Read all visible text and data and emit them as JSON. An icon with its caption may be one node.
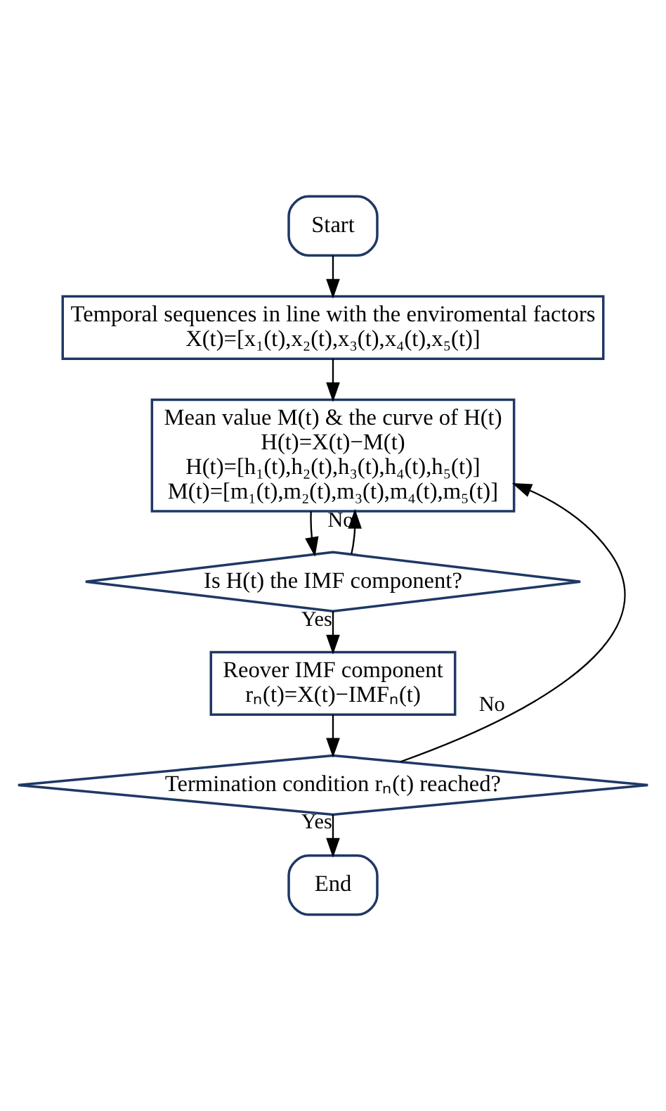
{
  "diagram": {
    "nodes": [
      {
        "text": [
          "Start"
        ]
      },
      {
        "text": [
          "Temporal sequences in line with the enviromental factors",
          "X(t)=[x₁(t),x₂(t),x₃(t),x₄(t),x₅(t)]"
        ]
      },
      {
        "text": [
          "Mean value M(t) & the curve of H(t)",
          "H(t)=X(t)−M(t)",
          "H(t)=[h₁(t),h₂(t),h₃(t),h₄(t),h₅(t)]",
          "M(t)=[m₁(t),m₂(t),m₃(t),m₄(t),m₅(t)]"
        ]
      },
      {
        "text": [
          "Is H(t) the IMF component?"
        ]
      },
      {
        "text": [
          "Reover IMF component",
          "rₙ(t)=X(t)−IMFₙ(t)"
        ]
      },
      {
        "text": [
          "Termination condition rₙ(t) reached?"
        ]
      },
      {
        "text": [
          "End"
        ]
      }
    ],
    "edges": [
      {
        "from": 0,
        "to": 1,
        "arrow": "to"
      },
      {
        "from": 1,
        "to": 2,
        "arrow": "to"
      },
      {
        "from": 2,
        "to": 3,
        "arrow": "to"
      },
      {
        "from": 3,
        "to": 4,
        "arrow": "to",
        "label": "Yes"
      },
      {
        "from": 3,
        "to": 2,
        "arrow": "to",
        "label": "No"
      },
      {
        "from": 4,
        "to": 5,
        "arrow": "to"
      },
      {
        "from": 5,
        "to": 6,
        "arrow": "to",
        "label": "Yes"
      },
      {
        "from": 5,
        "to": 2,
        "arrow": "to",
        "label": "No"
      }
    ]
  }
}
